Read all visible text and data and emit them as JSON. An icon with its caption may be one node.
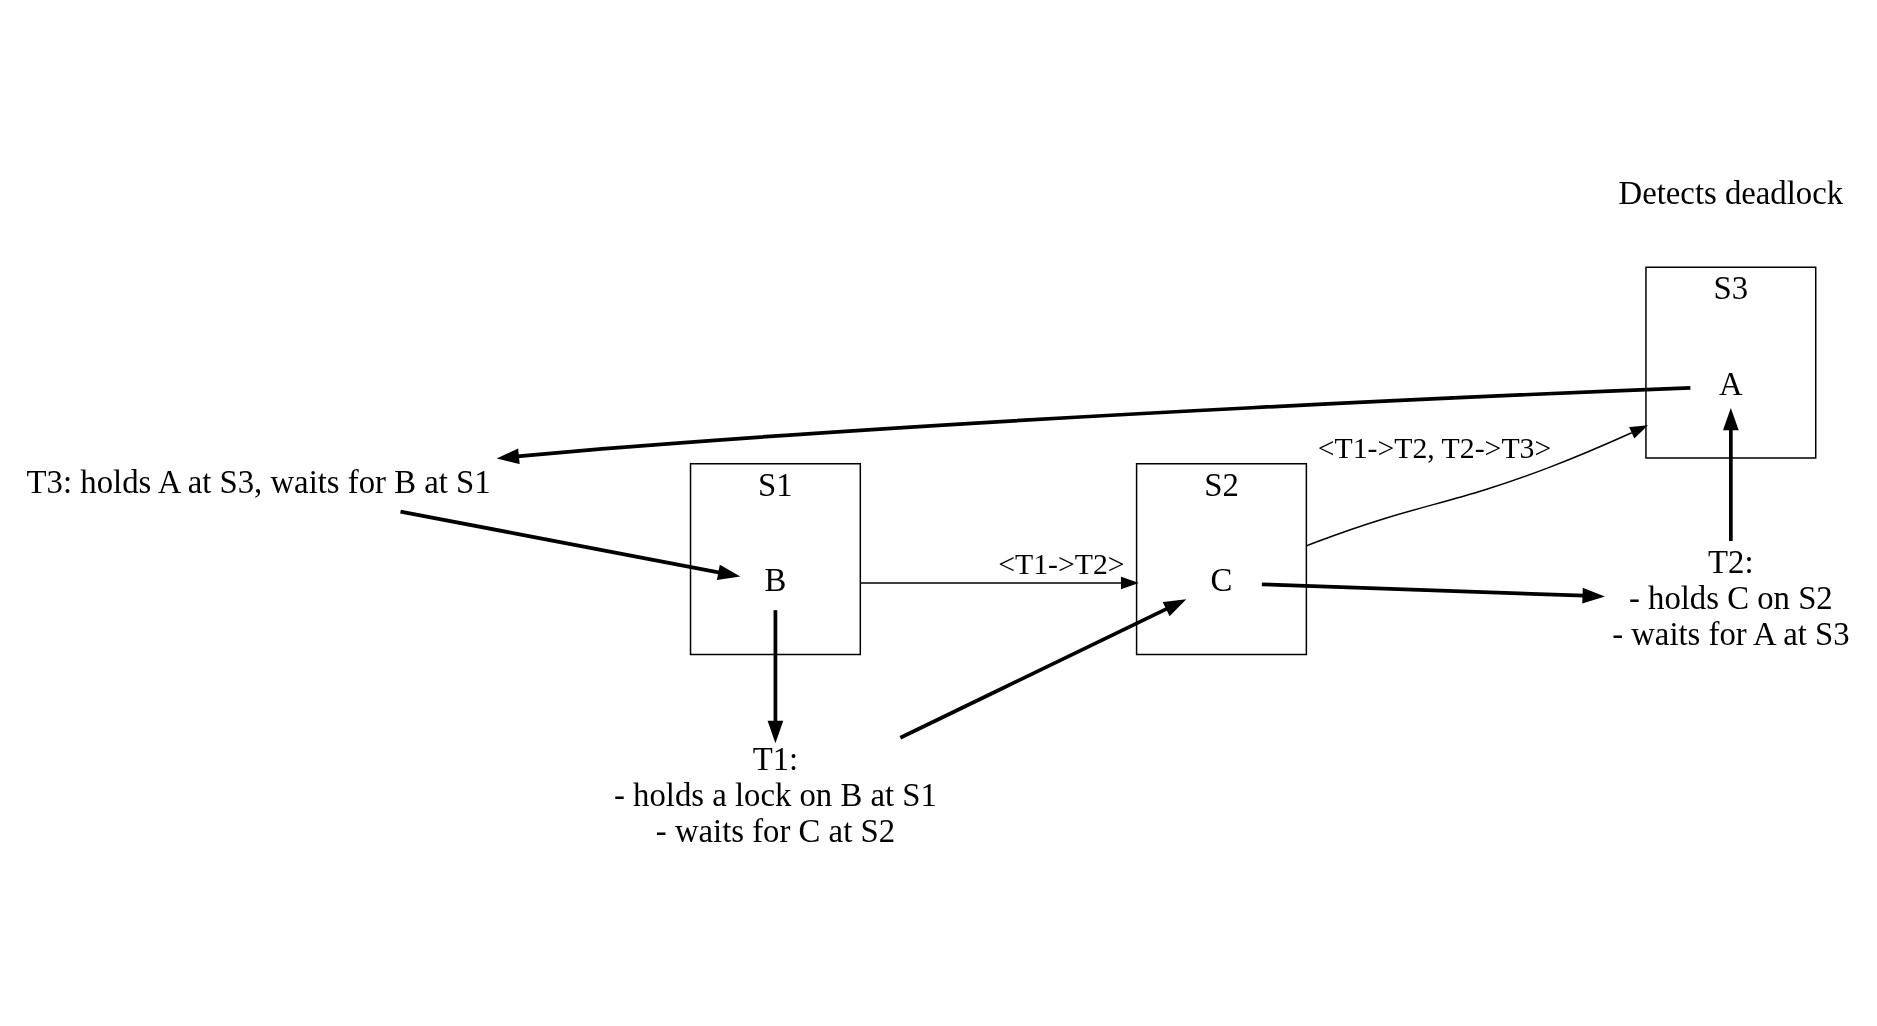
{
  "diagram": {
    "nodes": [
      {
        "text": [
          "S3"
        ],
        "beside": [
          "Detects deadlock"
        ]
      },
      {
        "text": [
          "A"
        ],
        "in": 0
      },
      {
        "text": [
          "T3: holds A at S3, waits for B at S1"
        ]
      },
      {
        "text": [
          "S1"
        ]
      },
      {
        "text": [
          "B"
        ],
        "in": 3
      },
      {
        "text": [
          "T1:",
          "- holds a lock on B at S1",
          "- waits for C at S2"
        ]
      },
      {
        "text": [
          "S2"
        ]
      },
      {
        "text": [
          "C"
        ],
        "in": 6
      },
      {
        "text": [
          "T2:",
          "- holds C on S2",
          "- waits for A at S3"
        ]
      }
    ],
    "edges": [
      {
        "from": 1,
        "to": 2,
        "arrow": "to"
      },
      {
        "from": 2,
        "to": 4,
        "arrow": "to"
      },
      {
        "from": 4,
        "to": 5,
        "arrow": "to"
      },
      {
        "from": 5,
        "to": 7,
        "arrow": "to"
      },
      {
        "from": 7,
        "to": 8,
        "arrow": "to"
      },
      {
        "from": 8,
        "to": 1,
        "arrow": "to"
      },
      {
        "from": 3,
        "to": 6,
        "arrow": "to",
        "label": "<T1->T2>"
      },
      {
        "from": 6,
        "to": 0,
        "arrow": "to",
        "label": "<T1->T2, T2->T3>"
      }
    ]
  }
}
